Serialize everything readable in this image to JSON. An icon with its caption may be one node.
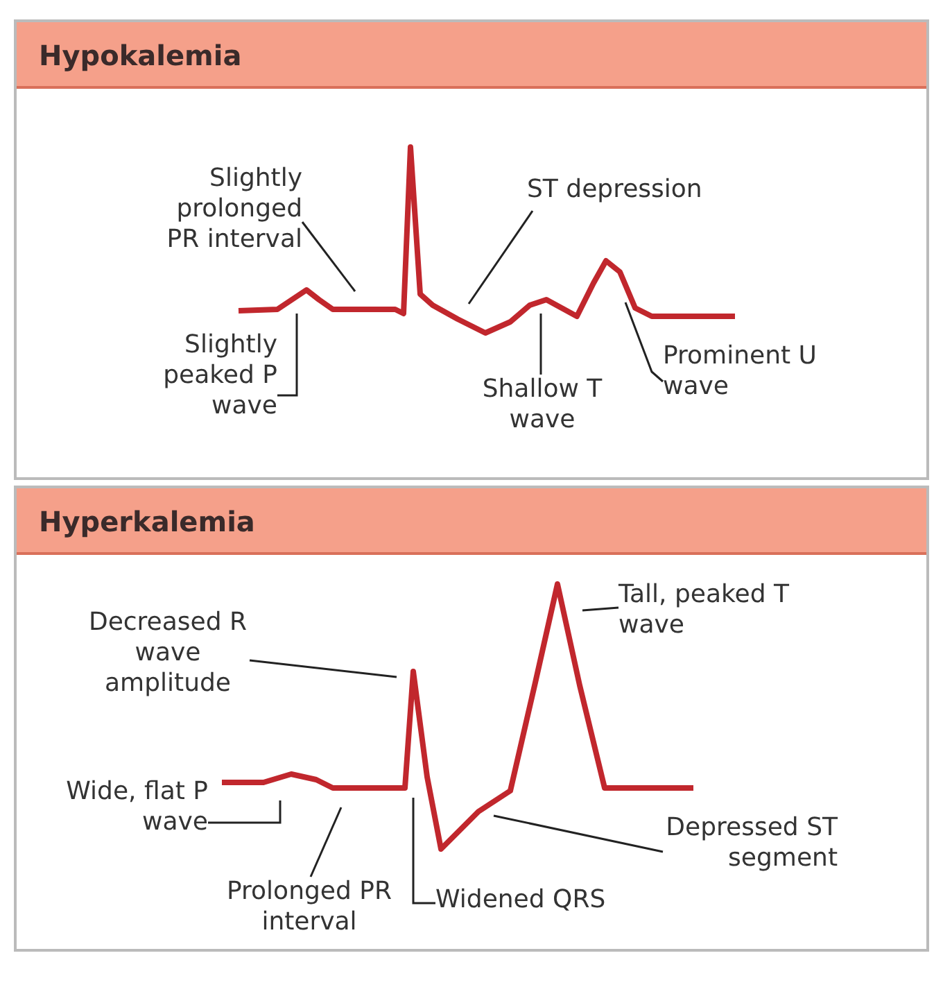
{
  "diagram": {
    "nodes": [
      {
        "text": [
          "Hypokalemia"
        ]
      },
      {
        "text": [
          "Slightly prolonged PR interval"
        ],
        "in": 0
      },
      {
        "text": [
          "Slightly peaked P wave"
        ],
        "in": 0
      },
      {
        "text": [
          "ST depression"
        ],
        "in": 0
      },
      {
        "text": [
          "Shallow T wave"
        ],
        "in": 0
      },
      {
        "text": [
          "Prominent U wave"
        ],
        "in": 0
      },
      {
        "text": [
          "Hyperkalemia"
        ]
      },
      {
        "text": [
          "Decreased R wave amplitude"
        ],
        "in": 6
      },
      {
        "text": [
          "Wide, flat P wave"
        ],
        "in": 6
      },
      {
        "text": [
          "Prolonged PR interval"
        ],
        "in": 6
      },
      {
        "text": [
          "Widened QRS"
        ],
        "in": 6
      },
      {
        "text": [
          "Tall, peaked T wave"
        ],
        "in": 6
      },
      {
        "text": [
          "Depressed ST segment"
        ],
        "in": 6
      }
    ],
    "edges": [
      {
        "from": 1,
        "to": null,
        "arrow": "none"
      },
      {
        "from": 2,
        "to": null,
        "arrow": "none"
      },
      {
        "from": 3,
        "to": null,
        "arrow": "none"
      },
      {
        "from": 4,
        "to": null,
        "arrow": "none"
      },
      {
        "from": 5,
        "to": null,
        "arrow": "none"
      },
      {
        "from": 7,
        "to": null,
        "arrow": "none"
      },
      {
        "from": 8,
        "to": null,
        "arrow": "none"
      },
      {
        "from": 9,
        "to": null,
        "arrow": "none"
      },
      {
        "from": 10,
        "to": null,
        "arrow": "none"
      },
      {
        "from": 11,
        "to": null,
        "arrow": "none"
      },
      {
        "from": 12,
        "to": null,
        "arrow": "none"
      }
    ]
  }
}
